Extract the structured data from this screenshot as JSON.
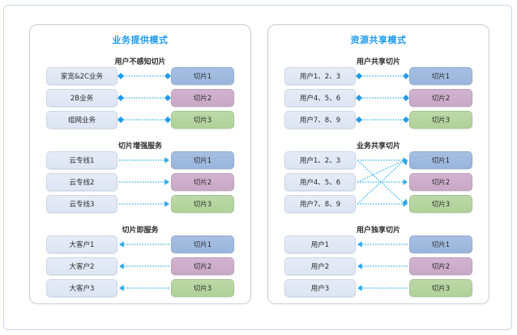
{
  "diagram": {
    "accent_color": "#1f9ce8",
    "slice_colors": {
      "slice1": "#9ab5dd",
      "slice2": "#c9a8c6",
      "slice3": "#b0d198"
    },
    "panels": [
      {
        "id": "service-provision-mode",
        "title": "业务提供模式",
        "groups": [
          {
            "id": "user-unaware-slicing",
            "label": "用户不感知切片",
            "arrow_style": "diamond-both",
            "left_items": [
              "家宽&2C业务",
              "2B业务",
              "组网业务"
            ],
            "right_items": [
              "切片1",
              "切片2",
              "切片3"
            ],
            "links": [
              [
                0,
                0
              ],
              [
                1,
                1
              ],
              [
                2,
                2
              ]
            ]
          },
          {
            "id": "slice-enhanced-service",
            "label": "切片增强服务",
            "arrow_style": "arrow-right",
            "left_items": [
              "云专线1",
              "云专线2",
              "云专线3"
            ],
            "right_items": [
              "切片1",
              "切片2",
              "切片3"
            ],
            "links": [
              [
                0,
                0
              ],
              [
                1,
                1
              ],
              [
                2,
                2
              ]
            ]
          },
          {
            "id": "slice-as-a-service",
            "label": "切片即服务",
            "arrow_style": "arrow-left",
            "left_items": [
              "大客户1",
              "大客户2",
              "大客户3"
            ],
            "right_items": [
              "切片1",
              "切片2",
              "切片3"
            ],
            "links": [
              [
                0,
                0
              ],
              [
                1,
                1
              ],
              [
                2,
                2
              ]
            ]
          }
        ]
      },
      {
        "id": "resource-sharing-mode",
        "title": "资源共享模式",
        "groups": [
          {
            "id": "user-shared-slice",
            "label": "用户共享切片",
            "arrow_style": "diamond-both",
            "left_items": [
              "用户1、2、3",
              "用户4、5、6",
              "用户7、8、9"
            ],
            "right_items": [
              "切片1",
              "切片2",
              "切片3"
            ],
            "links": [
              [
                0,
                0
              ],
              [
                1,
                1
              ],
              [
                2,
                2
              ]
            ]
          },
          {
            "id": "service-shared-slice",
            "label": "业务共享切片",
            "arrow_style": "arrow-right-mesh",
            "left_items": [
              "用户1、2、3",
              "用户4、5、6",
              "用户7、8、9"
            ],
            "right_items": [
              "切片1",
              "切片2",
              "切片3"
            ],
            "links": [
              [
                0,
                0
              ],
              [
                0,
                2
              ],
              [
                1,
                1
              ],
              [
                1,
                0
              ],
              [
                2,
                2
              ],
              [
                2,
                0
              ]
            ]
          },
          {
            "id": "user-exclusive-slice",
            "label": "用户独享切片",
            "arrow_style": "arrow-left",
            "left_items": [
              "用户1",
              "用户2",
              "用户3"
            ],
            "right_items": [
              "切片1",
              "切片2",
              "切片3"
            ],
            "links": [
              [
                0,
                0
              ],
              [
                1,
                1
              ],
              [
                2,
                2
              ]
            ]
          }
        ]
      }
    ]
  }
}
